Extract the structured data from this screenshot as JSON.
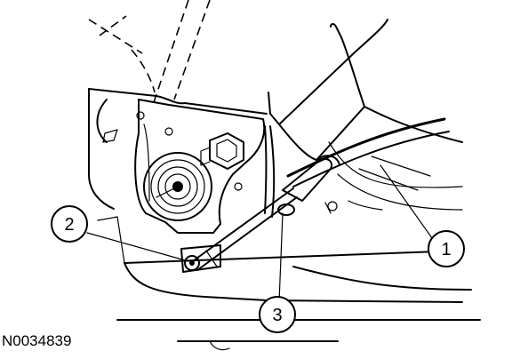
{
  "figure_id": "N0034839",
  "callouts": [
    {
      "label": "1"
    },
    {
      "label": "2"
    },
    {
      "label": "3"
    }
  ]
}
